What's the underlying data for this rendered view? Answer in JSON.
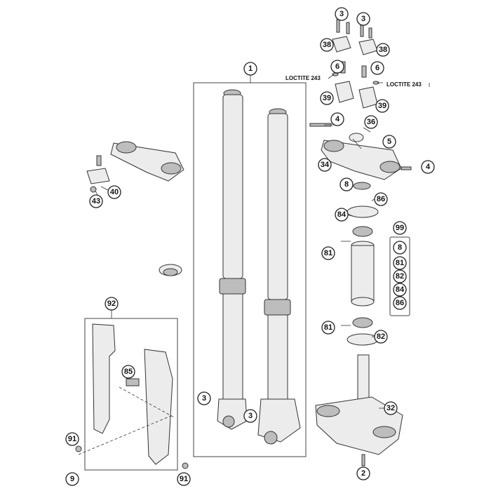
{
  "callouts": {
    "c1": "1",
    "c2": "2",
    "c3a": "3",
    "c3b": "3",
    "c3c": "3",
    "c3d": "3",
    "c4a": "4",
    "c4b": "4",
    "c5": "5",
    "c6a": "6",
    "c6b": "6",
    "c8": "8",
    "c9": "9",
    "c32": "32",
    "c34": "34",
    "c36": "36",
    "c38a": "38",
    "c38b": "38",
    "c39a": "39",
    "c39b": "39",
    "c40": "40",
    "c43": "43",
    "c81a": "81",
    "c81b": "81",
    "c82": "82",
    "c84": "84",
    "c85": "85",
    "c86": "86",
    "c91a": "91",
    "c91b": "91",
    "c92": "92",
    "c99": "99"
  },
  "kit_list": [
    "8",
    "81",
    "82",
    "84",
    "86"
  ],
  "labels": {
    "loctite_left": "LOCTITE 243",
    "loctite_right": "LOCTITE 243"
  }
}
